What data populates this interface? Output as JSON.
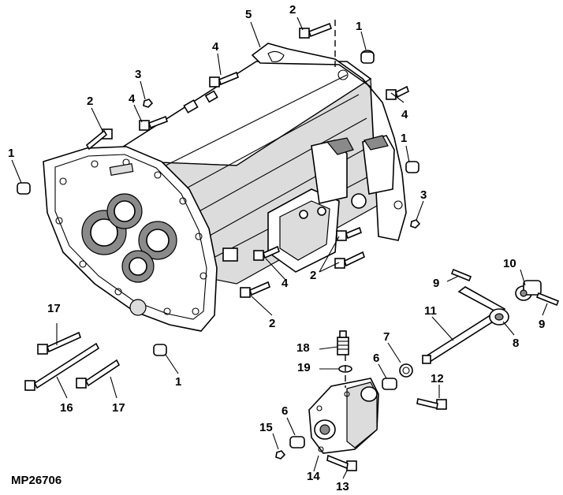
{
  "figure_code": "MP26706",
  "callouts": {
    "c1_a": "1",
    "c1_b": "1",
    "c1_c": "1",
    "c1_d": "1",
    "c2_a": "2",
    "c2_b": "2",
    "c2_c": "2",
    "c2_d": "2",
    "c3_a": "3",
    "c3_b": "3",
    "c4_a": "4",
    "c4_b": "4",
    "c4_c": "4",
    "c4_d": "4",
    "c5": "5",
    "c6_a": "6",
    "c6_b": "6",
    "c7": "7",
    "c8": "8",
    "c9_a": "9",
    "c9_b": "9",
    "c10": "10",
    "c11": "11",
    "c12": "12",
    "c13": "13",
    "c14": "14",
    "c15": "15",
    "c16": "16",
    "c17_a": "17",
    "c17_b": "17",
    "c18": "18",
    "c19": "19"
  }
}
